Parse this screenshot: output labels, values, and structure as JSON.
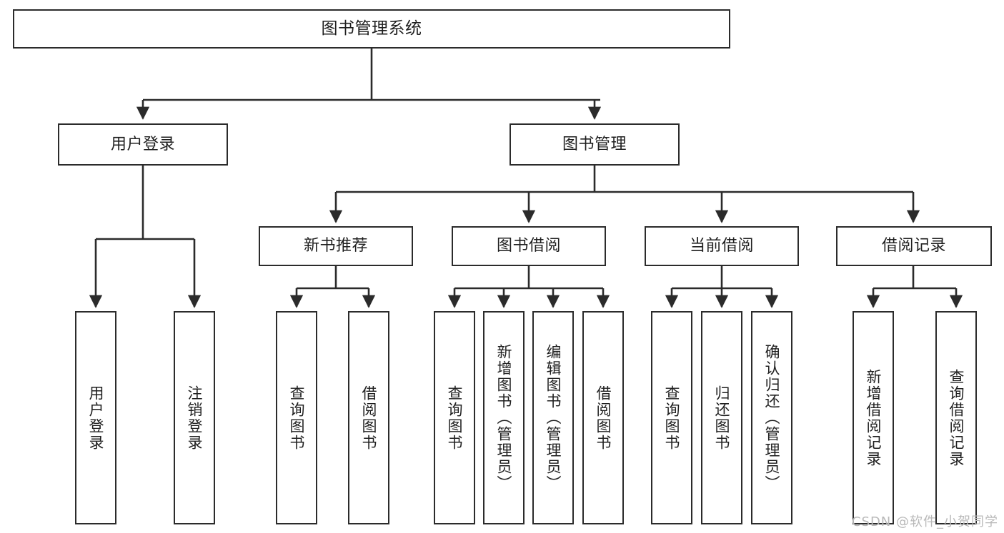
{
  "diagram": {
    "title": "图书管理系统",
    "type": "tree-hierarchy-chart",
    "orientation": "top-down",
    "colors": {
      "node_border": "#2b2b2b",
      "node_fill": "#ffffff",
      "edge": "#2b2b2b",
      "text": "#1f1f1f",
      "watermark": "#b9b9b9",
      "background": "#ffffff"
    }
  },
  "watermark": {
    "text": "CSDN @软件_小贺同学"
  },
  "nodes": {
    "root": {
      "label": "图书管理系统",
      "level": 1,
      "orientation": "horizontal"
    },
    "level2": [
      {
        "id": "user-login",
        "label": "用户登录",
        "orientation": "horizontal"
      },
      {
        "id": "book-manage",
        "label": "图书管理",
        "orientation": "horizontal"
      }
    ],
    "level3": [
      {
        "id": "new-book-recommend",
        "label": "新书推荐",
        "orientation": "horizontal"
      },
      {
        "id": "book-borrow",
        "label": "图书借阅",
        "orientation": "horizontal"
      },
      {
        "id": "current-borrow",
        "label": "当前借阅",
        "orientation": "horizontal"
      },
      {
        "id": "borrow-record",
        "label": "借阅记录",
        "orientation": "horizontal"
      }
    ],
    "leaves": {
      "user_login": [
        {
          "id": "leaf-user-login",
          "label": "用户登录",
          "orientation": "vertical"
        },
        {
          "id": "leaf-logout-login",
          "label": "注销登录",
          "orientation": "vertical"
        }
      ],
      "new_book_recommend": [
        {
          "id": "leaf-query-book-1",
          "label": "查询图书",
          "orientation": "vertical"
        },
        {
          "id": "leaf-borrow-book-1",
          "label": "借阅图书",
          "orientation": "vertical"
        }
      ],
      "book_borrow": [
        {
          "id": "leaf-query-book-2",
          "label": "查询图书",
          "orientation": "vertical"
        },
        {
          "id": "leaf-add-book",
          "label": "新增图书（管理员）",
          "orientation": "vertical"
        },
        {
          "id": "leaf-edit-book",
          "label": "编辑图书（管理员）",
          "orientation": "vertical"
        },
        {
          "id": "leaf-borrow-book-2",
          "label": "借阅图书",
          "orientation": "vertical"
        }
      ],
      "current_borrow": [
        {
          "id": "leaf-query-book-3",
          "label": "查询图书",
          "orientation": "vertical"
        },
        {
          "id": "leaf-return-book",
          "label": "归还图书",
          "orientation": "vertical"
        },
        {
          "id": "leaf-confirm-return",
          "label": "确认归还（管理员）",
          "orientation": "vertical"
        }
      ],
      "borrow_record": [
        {
          "id": "leaf-add-borrow-record",
          "label": "新增借阅记录",
          "orientation": "vertical"
        },
        {
          "id": "leaf-query-borrow-record",
          "label": "查询借阅记录",
          "orientation": "vertical"
        }
      ]
    }
  }
}
